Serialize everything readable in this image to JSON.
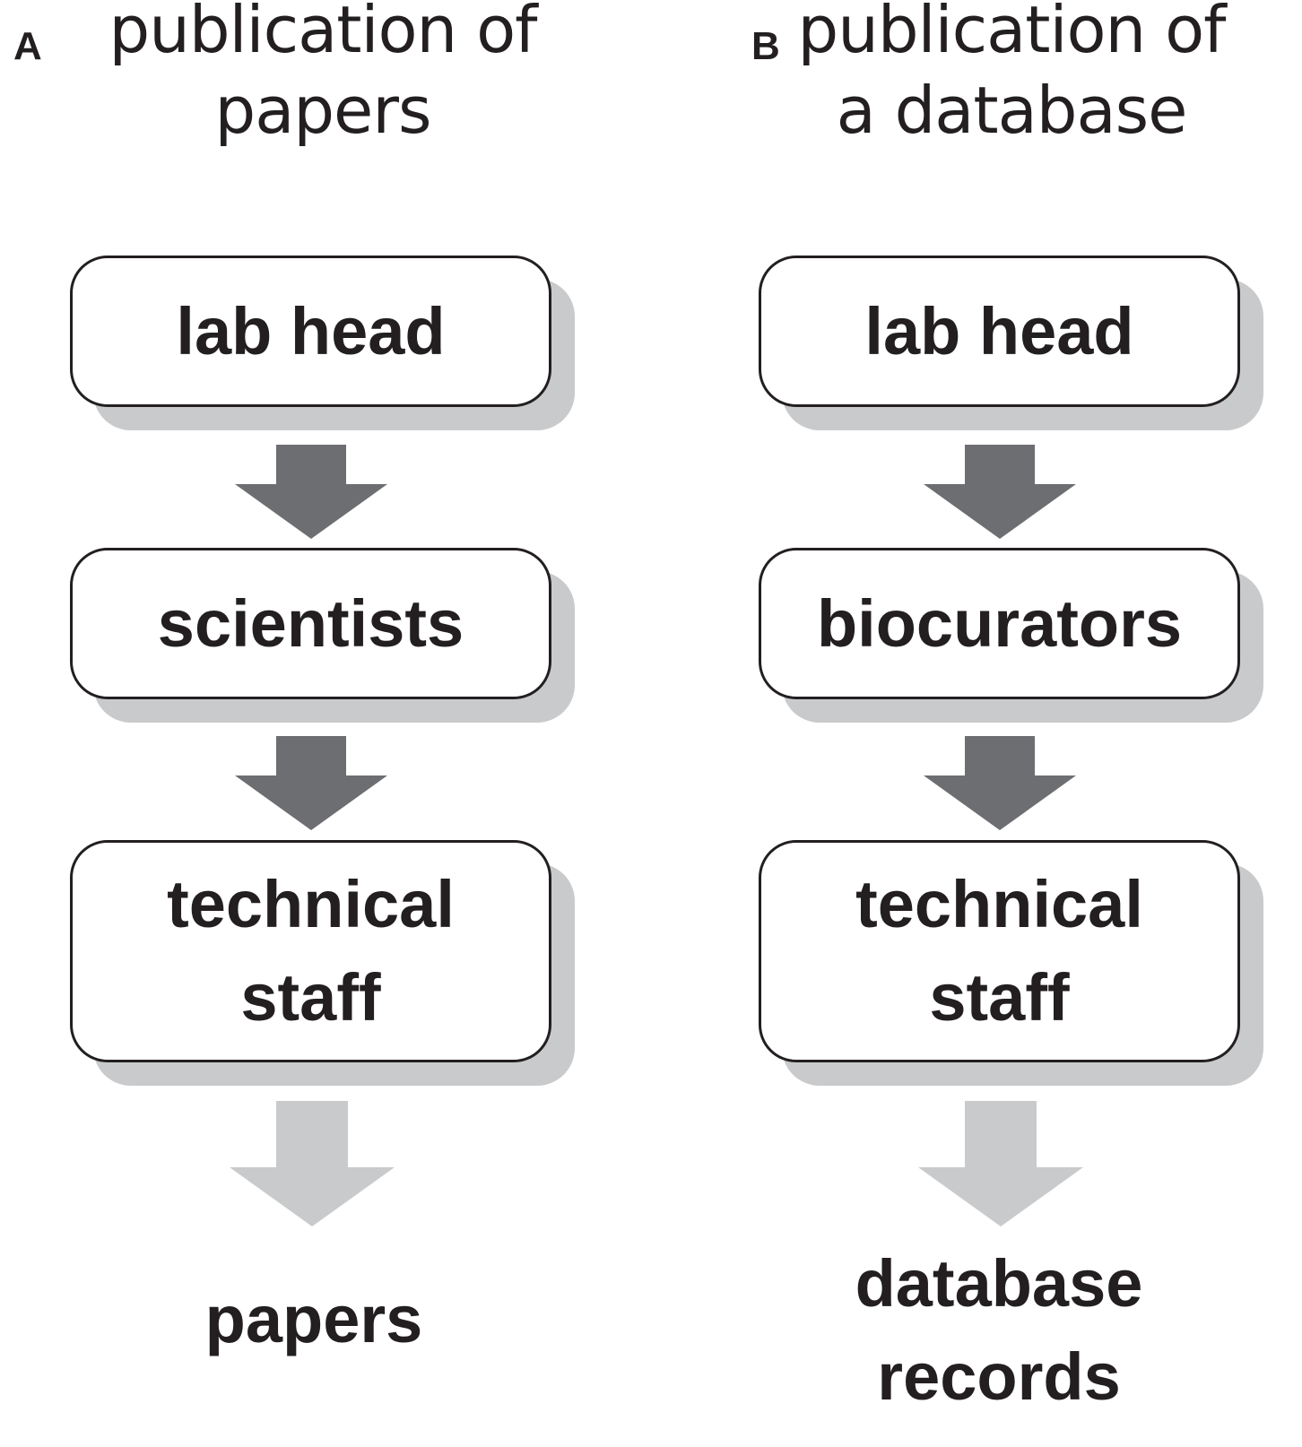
{
  "panels": [
    {
      "letter": "A",
      "title_line1": "publication of",
      "title_line2": "papers",
      "steps": [
        {
          "line1": "lab head"
        },
        {
          "line1": "scientists"
        },
        {
          "line1": "technical",
          "line2": "staff"
        }
      ],
      "output_line1": "papers"
    },
    {
      "letter": "B",
      "title_line1": "publication of",
      "title_line2": "a database",
      "steps": [
        {
          "line1": "lab head"
        },
        {
          "line1": "biocurators"
        },
        {
          "line1": "technical",
          "line2": "staff"
        }
      ],
      "output_line1": "database",
      "output_line2": "records"
    }
  ],
  "colors": {
    "text": "#231f20",
    "box_border": "#231f20",
    "box_shadow": "#c9cacc",
    "arrow_dark": "#6d6e71",
    "arrow_light": "#c9cacc"
  }
}
